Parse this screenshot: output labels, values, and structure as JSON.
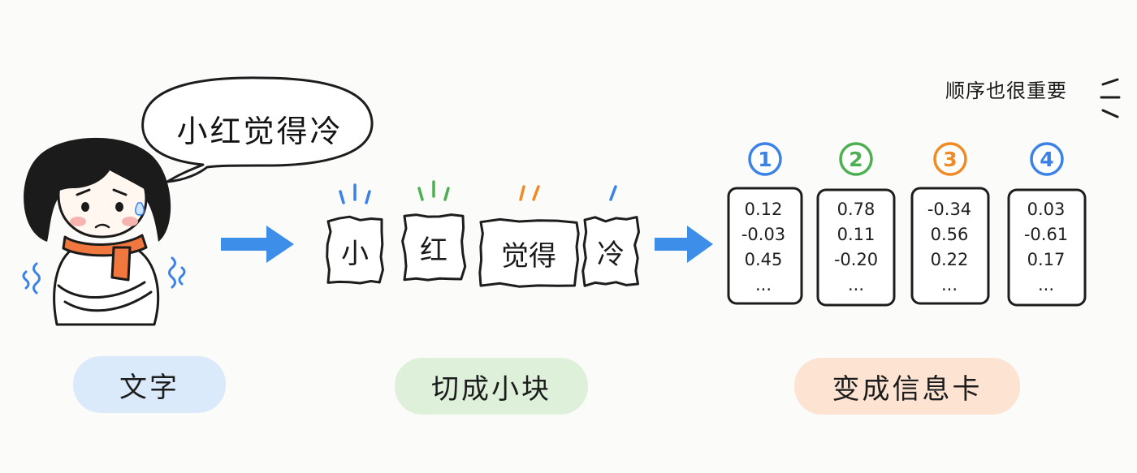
{
  "speech": "小红觉得冷",
  "note": "顺序也很重要",
  "tokens": [
    {
      "text": "小",
      "accent": "#3b82e6"
    },
    {
      "text": "红",
      "accent": "#4caf50"
    },
    {
      "text": "觉得",
      "accent": "#f08a24"
    },
    {
      "text": "冷",
      "accent": "#3b82e6"
    }
  ],
  "cards": [
    {
      "index": "1",
      "color": "#3b82e6",
      "values": [
        "0.12",
        "-0.03",
        "0.45",
        "..."
      ]
    },
    {
      "index": "2",
      "color": "#4caf50",
      "values": [
        "0.78",
        "0.11",
        "-0.20",
        "..."
      ]
    },
    {
      "index": "3",
      "color": "#f08a24",
      "values": [
        "-0.34",
        "0.56",
        "0.22",
        "..."
      ]
    },
    {
      "index": "4",
      "color": "#3b82e6",
      "values": [
        "0.03",
        "-0.61",
        "0.17",
        "..."
      ]
    }
  ],
  "stages": [
    {
      "label": "文字",
      "bg": "#dbeafb"
    },
    {
      "label": "切成小块",
      "bg": "#def0da"
    },
    {
      "label": "变成信息卡",
      "bg": "#fde4d2"
    }
  ],
  "colors": {
    "arrow": "#3d8ee8",
    "scarf": "#f0773e",
    "shiver": "#3b82e6"
  }
}
